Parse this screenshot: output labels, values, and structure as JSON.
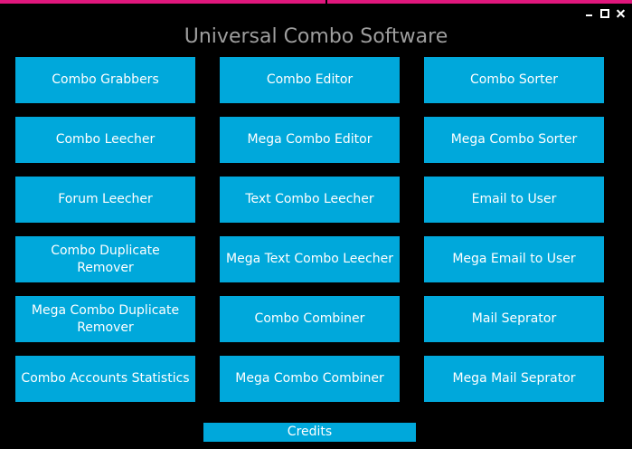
{
  "window": {
    "title": "Universal Combo Software",
    "accent_color": "#e0177d",
    "controls": [
      "minimize-icon",
      "maximize-icon",
      "close-icon"
    ]
  },
  "theme": {
    "background": "#000000",
    "button_color": "#00a8db",
    "button_text_color": "#ffffff",
    "title_color": "#9e9e9e"
  },
  "buttons": [
    [
      "Combo Grabbers",
      "Combo Editor",
      "Combo Sorter"
    ],
    [
      "Combo Leecher",
      "Mega Combo Editor",
      "Mega Combo Sorter"
    ],
    [
      "Forum Leecher",
      "Text Combo Leecher",
      "Email to User"
    ],
    [
      "Combo Duplicate Remover",
      "Mega Text Combo Leecher",
      "Mega Email to User"
    ],
    [
      "Mega Combo Duplicate Remover",
      "Combo Combiner",
      "Mail Seprator"
    ],
    [
      "Combo Accounts Statistics",
      "Mega Combo Combiner",
      "Mega Mail Seprator"
    ]
  ],
  "footer": {
    "credits_label": "Credits"
  }
}
